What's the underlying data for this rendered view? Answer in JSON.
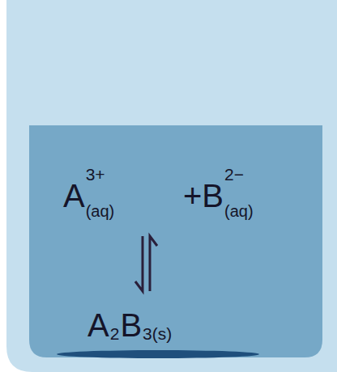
{
  "diagram": {
    "labels": [
      "A",
      "3+",
      "(aq)",
      "+B",
      "2−",
      "(aq)",
      "A",
      "2",
      "B",
      "3(s)"
    ]
  }
}
